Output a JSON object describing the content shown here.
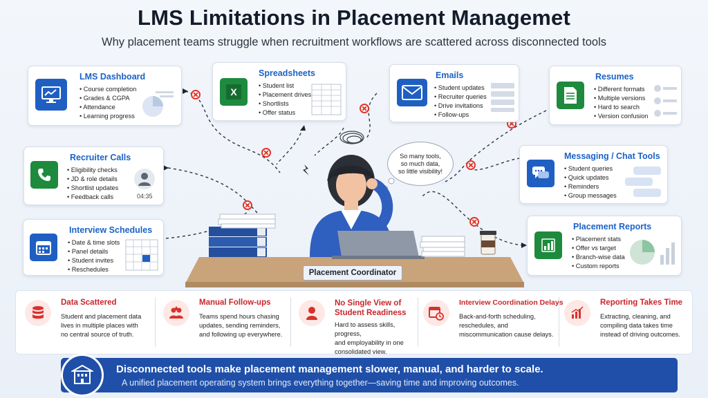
{
  "title": "LMS Limitations in Placement Managemet",
  "subtitle": "Why placement teams struggle when recruitment workflows are scattered across disconnected tools",
  "colors": {
    "accent_blue": "#1b62c7",
    "alert_red": "#e0352b",
    "tool_green": "#1e8a3d",
    "banner": "#1f4fa8"
  },
  "tools": {
    "lms": {
      "title": "LMS Dashboard",
      "icon": "monitor-chart-icon",
      "items": [
        "Course completion",
        "Grades & CGPA",
        "Attendance",
        "Learning progress"
      ]
    },
    "spreadsheets": {
      "title": "Spreadsheets",
      "icon": "excel-icon",
      "items": [
        "Student list",
        "Placement drives",
        "Shortlists",
        "Offer status"
      ]
    },
    "emails": {
      "title": "Emails",
      "icon": "envelope-icon",
      "items": [
        "Student updates",
        "Recruiter queries",
        "Drive invitations",
        "Follow-ups"
      ]
    },
    "resumes": {
      "title": "Resumes",
      "icon": "document-icon",
      "items": [
        "Different formats",
        "Multiple versions",
        "Hard to search",
        "Version confusion"
      ]
    },
    "calls": {
      "title": "Recruiter Calls",
      "icon": "phone-icon",
      "items": [
        "Eligibility checks",
        "JD & role details",
        "Shortlist updates",
        "Feedback calls"
      ],
      "call_time": "04:35"
    },
    "messaging": {
      "title": "Messaging / Chat Tools",
      "icon": "chat-icon",
      "items": [
        "Student queries",
        "Quick updates",
        "Reminders",
        "Group messages"
      ]
    },
    "interviews": {
      "title": "Interview Schedules",
      "icon": "calendar-icon",
      "items": [
        "Date & time slots",
        "Panel details",
        "Student invites",
        "Reschedules"
      ]
    },
    "reports": {
      "title": "Placement Reports",
      "icon": "bar-chart-icon",
      "items": [
        "Placement stats",
        "Offer vs target",
        "Branch-wise data",
        "Custom reports"
      ]
    }
  },
  "center": {
    "thought_lines": [
      "So many tools,",
      "so much data,",
      "so little visibility!"
    ],
    "label": "Placement Coordinator"
  },
  "issues": [
    {
      "title": "Data Scattered",
      "icon": "database-icon",
      "lines": [
        "Student and placement data",
        "lives in multiple places with",
        "no central source of truth."
      ]
    },
    {
      "title": "Manual Follow-ups",
      "icon": "people-alert-icon",
      "lines": [
        "Teams spend hours chasing",
        "updates, sending reminders,",
        "and following up everywhere."
      ]
    },
    {
      "title_lines": [
        "No Single View of",
        "Student Readiness"
      ],
      "icon": "person-icon",
      "lines": [
        "Hard to assess skills, progress,",
        "and employability in one",
        "consolidated view."
      ]
    },
    {
      "title": "Interview Coordination Delays",
      "icon": "calendar-clock-icon",
      "lines": [
        "Back-and-forth scheduling,",
        "reschedules, and",
        "miscommunication cause delays."
      ]
    },
    {
      "title": "Reporting Takes Time",
      "icon": "chart-icon",
      "lines": [
        "Extracting, cleaning, and",
        "compiling data takes time",
        "instead of driving outcomes."
      ]
    }
  ],
  "banner": {
    "icon": "building-icon",
    "line1": "Disconnected tools make placement management slower, manual, and harder to scale.",
    "line2": "A unified placement operating system brings everything together—saving time and improving outcomes."
  }
}
